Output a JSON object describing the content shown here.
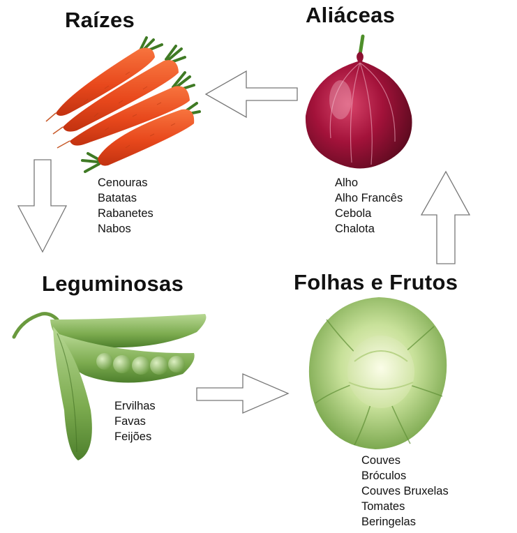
{
  "groups": {
    "raizes": {
      "title": "Raízes",
      "items": [
        "Cenouras",
        "Batatas",
        "Rabanetes",
        "Nabos"
      ],
      "icon": "carrots-illustration"
    },
    "aliaceas": {
      "title": "Aliáceas",
      "items": [
        "Alho",
        "Alho Francês",
        "Cebola",
        "Chalota"
      ],
      "icon": "red-onion-illustration"
    },
    "leguminosas": {
      "title": "Leguminosas",
      "items": [
        "Ervilhas",
        "Favas",
        "Feijões"
      ],
      "icon": "pea-pods-illustration"
    },
    "folhas_frutos": {
      "title": "Folhas e Frutos",
      "items": [
        "Couves",
        "Bróculos",
        "Couves Bruxelas",
        "Tomates",
        "Beringelas"
      ],
      "icon": "cabbage-illustration"
    }
  },
  "arrows": {
    "aliaceas_to_raizes": "left-arrow-icon",
    "raizes_to_leguminosas": "down-arrow-icon",
    "leguminosas_to_folhas": "right-arrow-icon",
    "folhas_to_aliaceas": "up-arrow-icon"
  },
  "colors": {
    "carrot": "#e8481c",
    "onion": "#a3123a",
    "pea": "#7cab4f",
    "cabbage": "#b6d68a"
  }
}
